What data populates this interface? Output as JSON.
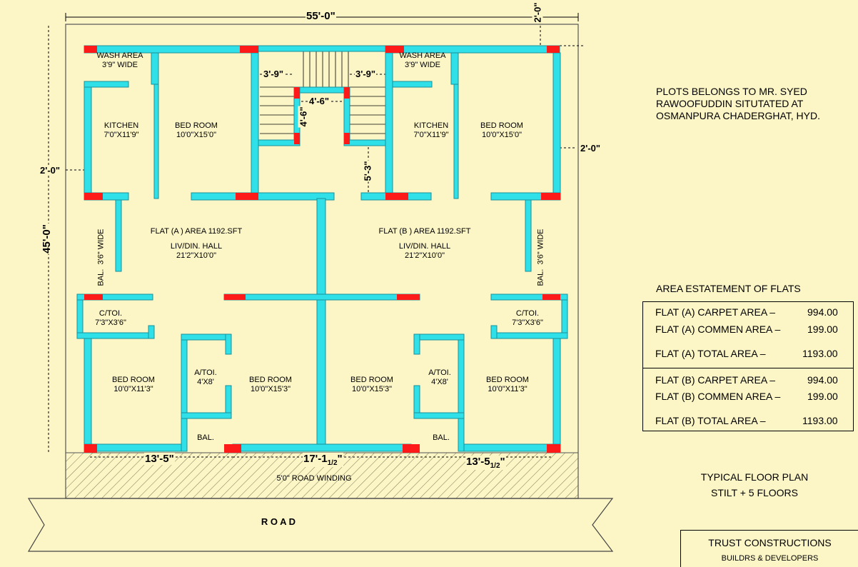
{
  "colors": {
    "background": "#fcf5c6",
    "wall": "#2fe0e8",
    "wall_edge": "#1a8f99",
    "door": "#ff1a1a",
    "hatch": "#7a7a52"
  },
  "overall_dims": {
    "width": "55'-0\"",
    "depth": "45'-0\"",
    "setback_top": "2'-0\"",
    "setback_left": "2'-0\"",
    "setback_right": "2'-0\""
  },
  "stair_dims": {
    "left_gap": "3'-9\"",
    "right_gap": "3'-9\"",
    "lift_w": "4'-6\"",
    "lift_d": "4'-6\"",
    "landing": "5'-3\""
  },
  "front_dims": {
    "left": "13'-5\"",
    "middle": "17'-1",
    "middle_frac": "1",
    "middle_frac_den": "2",
    "right": "13'-5",
    "right_frac": "1",
    "right_frac_den": "2"
  },
  "rooms": {
    "wash_left": {
      "name": "WASH AREA",
      "size": "3'9\" WIDE"
    },
    "wash_right": {
      "name": "WASH AREA",
      "size": "3'9\" WIDE"
    },
    "kitchen_left": {
      "name": "KITCHEN",
      "size": "7'0\"X11'9\""
    },
    "kitchen_right": {
      "name": "KITCHEN",
      "size": "7'0\"X11'9\""
    },
    "bed_tl": {
      "name": "BED ROOM",
      "size": "10'0\"X15'0\""
    },
    "bed_tr": {
      "name": "BED ROOM",
      "size": "10'0\"X15'0\""
    },
    "flat_a": {
      "area": "FLAT (A ) AREA 1192.SFT",
      "hall": "LIV/DIN. HALL",
      "size": "21'2\"X10'0\""
    },
    "flat_b": {
      "area": "FLAT (B ) AREA 1192.SFT",
      "hall": "LIV/DIN. HALL",
      "size": "21'2\"X10'0\""
    },
    "bal_left": {
      "name": "BAL.",
      "size": "3'6\" WIDE"
    },
    "bal_right": {
      "name": "BAL.",
      "size": "3'6\" WIDE"
    },
    "ctoi_left": {
      "name": "C/TOI.",
      "size": "7'3\"X3'6\""
    },
    "ctoi_right": {
      "name": "C/TOI.",
      "size": "7'3\"X3'6\""
    },
    "bed_bl": {
      "name": "BED ROOM",
      "size": "10'0\"X11'3\""
    },
    "bed_br": {
      "name": "BED ROOM",
      "size": "10'0\"X11'3\""
    },
    "bed_bml": {
      "name": "BED ROOM",
      "size": "10'0\"X15'3\""
    },
    "bed_bmr": {
      "name": "BED ROOM",
      "size": "10'0\"X15'3\""
    },
    "atoi_left": {
      "name": "A/TOI.",
      "size": "4'X8'"
    },
    "atoi_right": {
      "name": "A/TOI.",
      "size": "4'X8'"
    },
    "bal_front_left": "BAL.",
    "bal_front_right": "BAL."
  },
  "road_winding": "5'0\" ROAD WINDING",
  "road": "R O A D",
  "plot_note": [
    "PLOTS BELONGS TO MR. SYED",
    "RAWOOFUDDIN SITUTATED AT",
    "OSMANPURA CHADERGHAT, HYD."
  ],
  "area_statement": {
    "title": "AREA ESTATEMENT OF FLATS",
    "rows": [
      {
        "label": "FLAT (A) CARPET AREA –",
        "value": "994.00"
      },
      {
        "label": "FLAT (A) COMMEN AREA –",
        "value": "199.00"
      },
      {
        "label": "FLAT (A) TOTAL  AREA   –",
        "value": "1193.00"
      },
      {
        "label": "FLAT (B) CARPET AREA –",
        "value": "994.00"
      },
      {
        "label": "FLAT (B) COMMEN AREA –",
        "value": "199.00"
      },
      {
        "label": "FLAT (B) TOTAL  AREA   –",
        "value": "1193.00"
      }
    ]
  },
  "plan_title": [
    "TYPICAL FLOOR PLAN",
    "STILT + 5 FLOORS"
  ],
  "brand": {
    "name": "TRUST CONSTRUCTIONS",
    "tagline": "BUILDRS & DEVELOPERS"
  }
}
